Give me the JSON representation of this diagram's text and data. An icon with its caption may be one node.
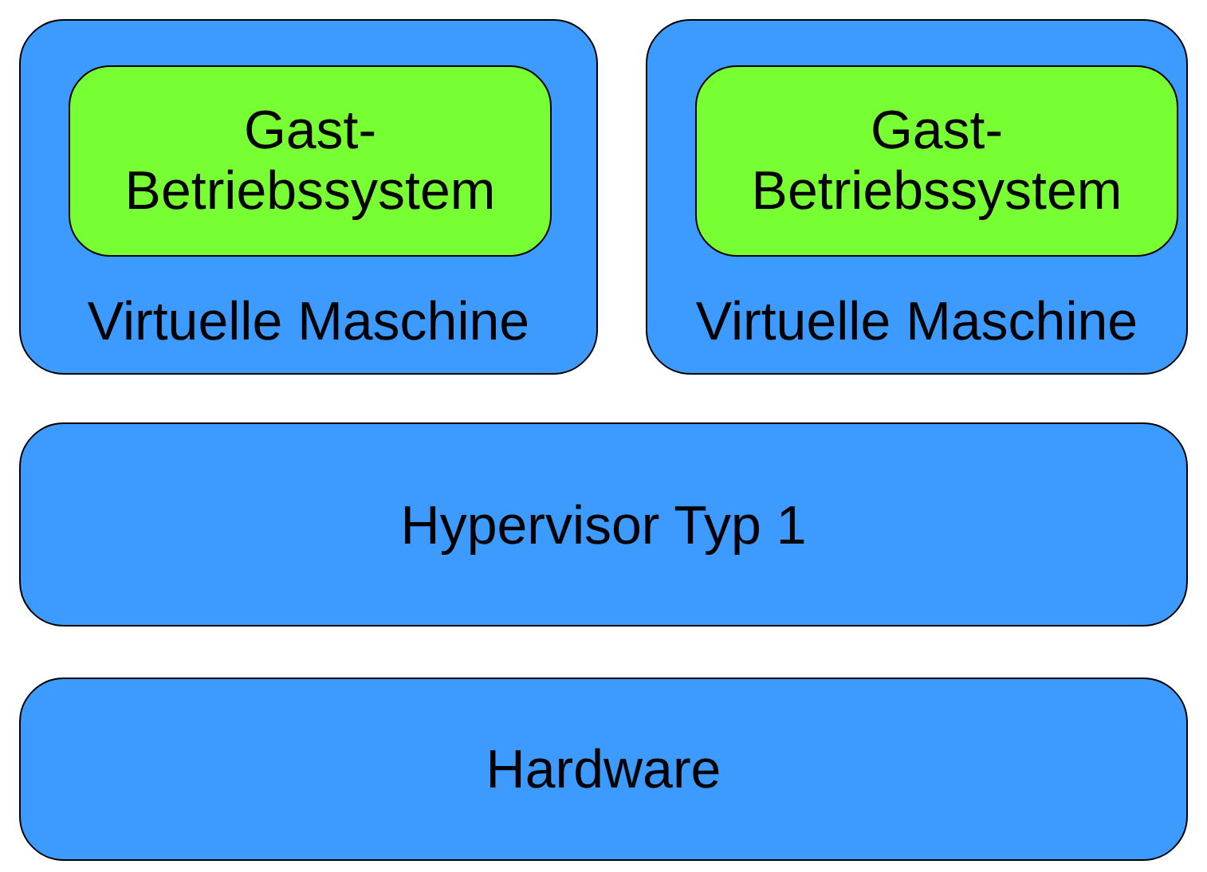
{
  "diagram": {
    "nodes": [
      {
        "text": [
          "Virtuelle Maschine"
        ]
      },
      {
        "text": [
          "Gast-Betriebssystem"
        ],
        "in": 0
      },
      {
        "text": [
          "Virtuelle Maschine"
        ]
      },
      {
        "text": [
          "Gast-Betriebssystem"
        ],
        "in": 2
      },
      {
        "text": [
          "Hypervisor Typ 1"
        ]
      },
      {
        "text": [
          "Hardware"
        ]
      }
    ]
  }
}
